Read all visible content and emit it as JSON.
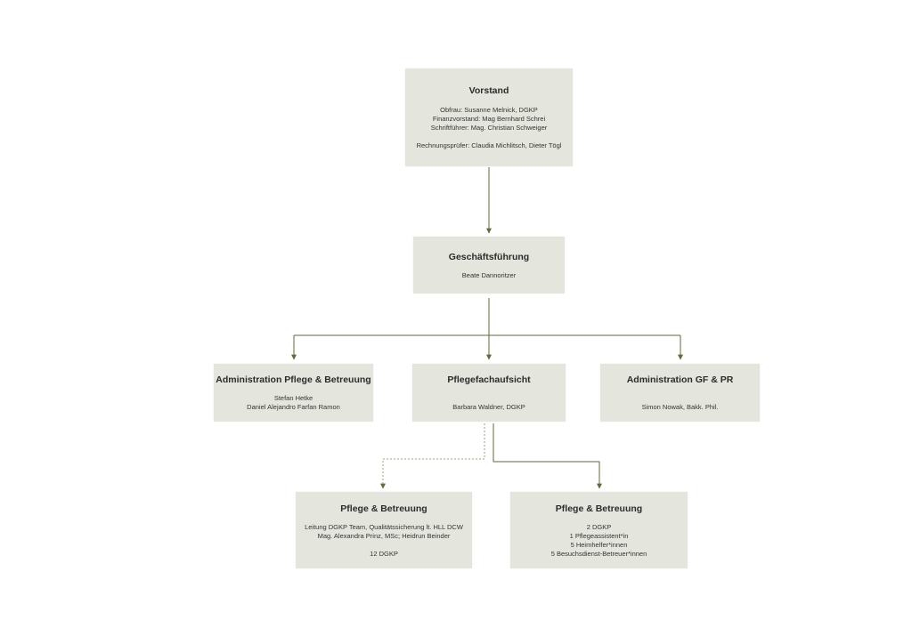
{
  "colors": {
    "box_fill": "#e4e6dd",
    "connector": "#5f6b3a"
  },
  "vorstand": {
    "title": "Vorstand",
    "lines": [
      "Obfrau: Susanne Melnick, DGKP",
      "Finanzvorstand: Mag Bernhard Schrei",
      "Schriftführer: Mag. Christian Schweiger",
      "Rechnungsprüfer: Claudia Michlitsch, Dieter Tögl"
    ]
  },
  "geschaeftsfuehrung": {
    "title": "Geschäftsführung",
    "lines": [
      "Beate Dannoritzer"
    ]
  },
  "admin_pflege": {
    "title": "Administration Pflege & Betreuung",
    "lines": [
      "Stefan Hetke",
      "Daniel Alejandro Farfan Ramon"
    ]
  },
  "pflegefachaufsicht": {
    "title": "Pflegefachaufsicht",
    "lines": [
      "Barbara Waldner, DGKP"
    ]
  },
  "admin_gf_pr": {
    "title": "Administration GF & PR",
    "lines": [
      "Simon Nowak, Bakk. Phil."
    ]
  },
  "pflege_betreuung_1": {
    "title": "Pflege & Betreuung",
    "lines": [
      "Leitung DGKP Team, Qualitätssicherung lt. HLL DCW",
      "Mag. Alexandra Prinz, MSc; Heidrun Beinder",
      "12 DGKP"
    ]
  },
  "pflege_betreuung_2": {
    "title": "Pflege & Betreuung",
    "lines": [
      "2 DGKP",
      "1 Pflegeassistent*in",
      "5 Heimhelfer*innen",
      "5 Besuchsdienst-Betreuer*innen"
    ]
  }
}
